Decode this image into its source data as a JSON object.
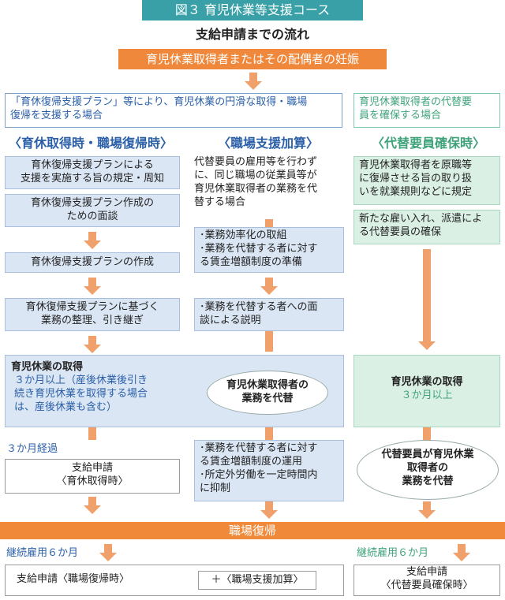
{
  "header": {
    "title": "図３ 育児休業等支援コース",
    "subtitle": "支給申請までの流れ",
    "trigger": "育児休業取得者またはその配偶者の妊娠"
  },
  "colors": {
    "header_bg": "#3aa0a8",
    "trigger_bg": "#f0883c",
    "arrow": "#f0a06a",
    "return_bar": "#f08a3a",
    "blue_text": "#2a5fa8",
    "cyan_text": "#5aa5b8",
    "green_text": "#3ea27a"
  },
  "left_scope": {
    "text_line1": "「育休復帰支援プラン」等により、育児休業の円滑な取得・職場",
    "text_line2": "復帰を支援する場合"
  },
  "right_scope": {
    "text_line1": "育児休業取得者の代替要",
    "text_line2": "員を確保する場合"
  },
  "col1": {
    "heading": "〈育休取得時・職場復帰時〉",
    "step1_line1": "育休復帰支援プランによる",
    "step1_line2": "支援を実施する旨の規定・周知",
    "step2_line1": "育休復帰支援プラン作成の",
    "step2_line2": "ための面談",
    "step3": "育休復帰支援プランの作成",
    "step4_line1": "育休復帰支援プランに基づく",
    "step4_line2": "業務の整理、引き継ぎ",
    "leave_title": "育児休業の取得",
    "leave_line1": "３か月以上（産後休業後引き",
    "leave_line2": "続き育児休業を取得する場合",
    "leave_line3": "は、産後休業も含む）",
    "elapsed": "３か月経過",
    "apply_line1": "支給申請",
    "apply_line2": "〈育休取得時〉"
  },
  "col2": {
    "heading": "〈職場支援加算〉",
    "intro_line1": "代替要員の雇用等を行わず",
    "intro_line2": "に、同じ職場の従業員等が",
    "intro_line3": "育児休業取得者の業務を代",
    "intro_line4": "替する場合",
    "box1_line1": "･業務効率化の取組",
    "box1_line2": "･業務を代替する者に対す",
    "box1_line3": "る賃金増額制度の準備",
    "box2_line1": "･業務を代替する者への面",
    "box2_line2": "談による説明",
    "oval_line1": "育児休業取得者の",
    "oval_line2": "業務を代替",
    "box3_line1": "･業務を代替する者に対す",
    "box3_line2": "る賃金増額制度の運用",
    "box3_line3": "･所定外労働を一定時間内",
    "box3_line4": "に抑制"
  },
  "col3": {
    "heading": "〈代替要員確保時〉",
    "step1_line1": "育児休業取得者を原職等",
    "step1_line2": "に復帰させる旨の取り扱",
    "step1_line3": "いを就業規則などに規定",
    "step2_line1": "新たな雇い入れ、派遣によ",
    "step2_line2": "る代替要員の確保",
    "leave_title": "育児休業の取得",
    "leave_sub": "３か月以上",
    "oval_line1": "代替要員が育児休業",
    "oval_line2": "取得者の",
    "oval_line3": "業務を代替",
    "continued": "継続雇用６か月",
    "apply_line1": "支給申請",
    "apply_line2": "〈代替要員確保時〉"
  },
  "return": {
    "label": "職場復帰",
    "continued": "継続雇用６か月",
    "apply_left": "支給申請〈職場復帰時〉",
    "apply_add": "＋〈職場支援加算〉"
  }
}
